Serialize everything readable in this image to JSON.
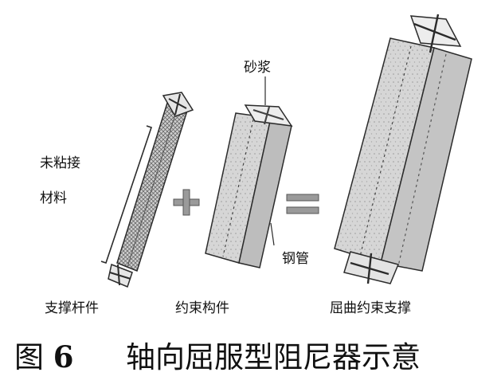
{
  "labels": {
    "unbonded_line1": "未粘接",
    "unbonded_line2": "材料",
    "mortar": "砂浆",
    "steel_tube": "钢管",
    "brace_member": "支撑杆件",
    "restraint_member": "约束构件",
    "buckling_restrained_brace": "屈曲约束支撑"
  },
  "symbols": {
    "plus": "+",
    "equals": "="
  },
  "caption": {
    "figure_label": "图",
    "figure_number": "6",
    "title": "轴向屈服型阻尼器示意"
  },
  "colors": {
    "line": "#2b2b2b",
    "light_fill": "#d9d9d9",
    "mid_fill": "#bdbdbd",
    "dark_fill": "#8a8a8a"
  }
}
